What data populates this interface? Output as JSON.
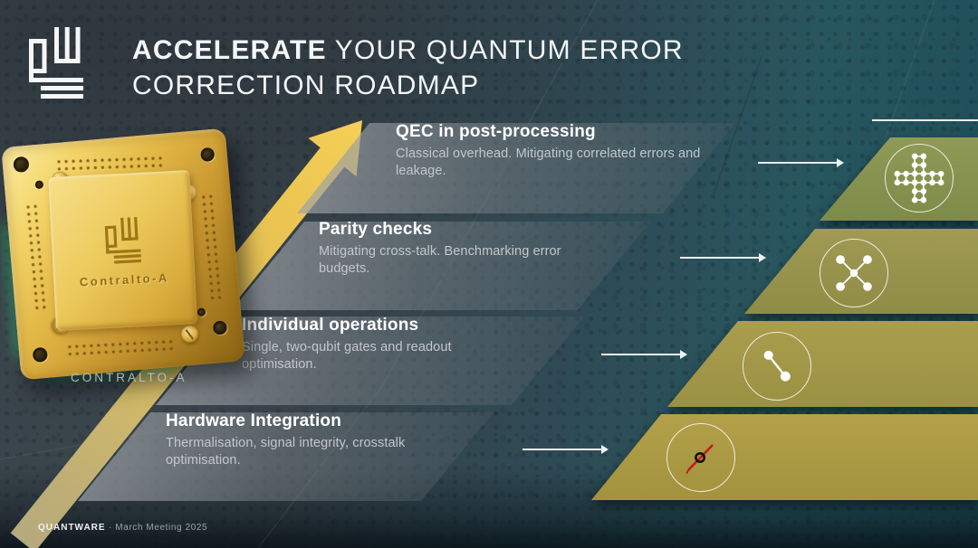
{
  "header": {
    "title_strong": "ACCELERATE",
    "title_rest": " YOUR QUANTUM ERROR",
    "title_line2": "CORRECTION ROADMAP"
  },
  "chip": {
    "engraving": "Contralto-A",
    "caption": "CONTRALTO-A"
  },
  "roadmap": {
    "steps": [
      {
        "title": "QEC in post-processing",
        "description": "Classical overhead. Mitigating correlated errors and leakage.",
        "icon": "surface-code-lattice-icon"
      },
      {
        "title": "Parity checks",
        "description": "Mitigating cross-talk. Benchmarking error budgets.",
        "icon": "parity-plaquette-icon"
      },
      {
        "title": "Individual operations",
        "description": "Single, two-qubit gates and readout optimisation.",
        "icon": "two-qubit-link-icon"
      },
      {
        "title": "Hardware Integration",
        "description": "Thermalisation, signal integrity, crosstalk optimisation.",
        "icon": "qubit-junction-icon"
      }
    ]
  },
  "footer": {
    "brand": "QUANTWARE",
    "meta": "· March Meeting 2025"
  },
  "colors": {
    "arrow_gold": "#eec653",
    "pyramid_top": "#8f9a56",
    "pyramid_bottom": "#b2a149",
    "band_grey": "#9aa0a5",
    "background_teal": "#28565f",
    "accent_red": "#c21f16"
  }
}
